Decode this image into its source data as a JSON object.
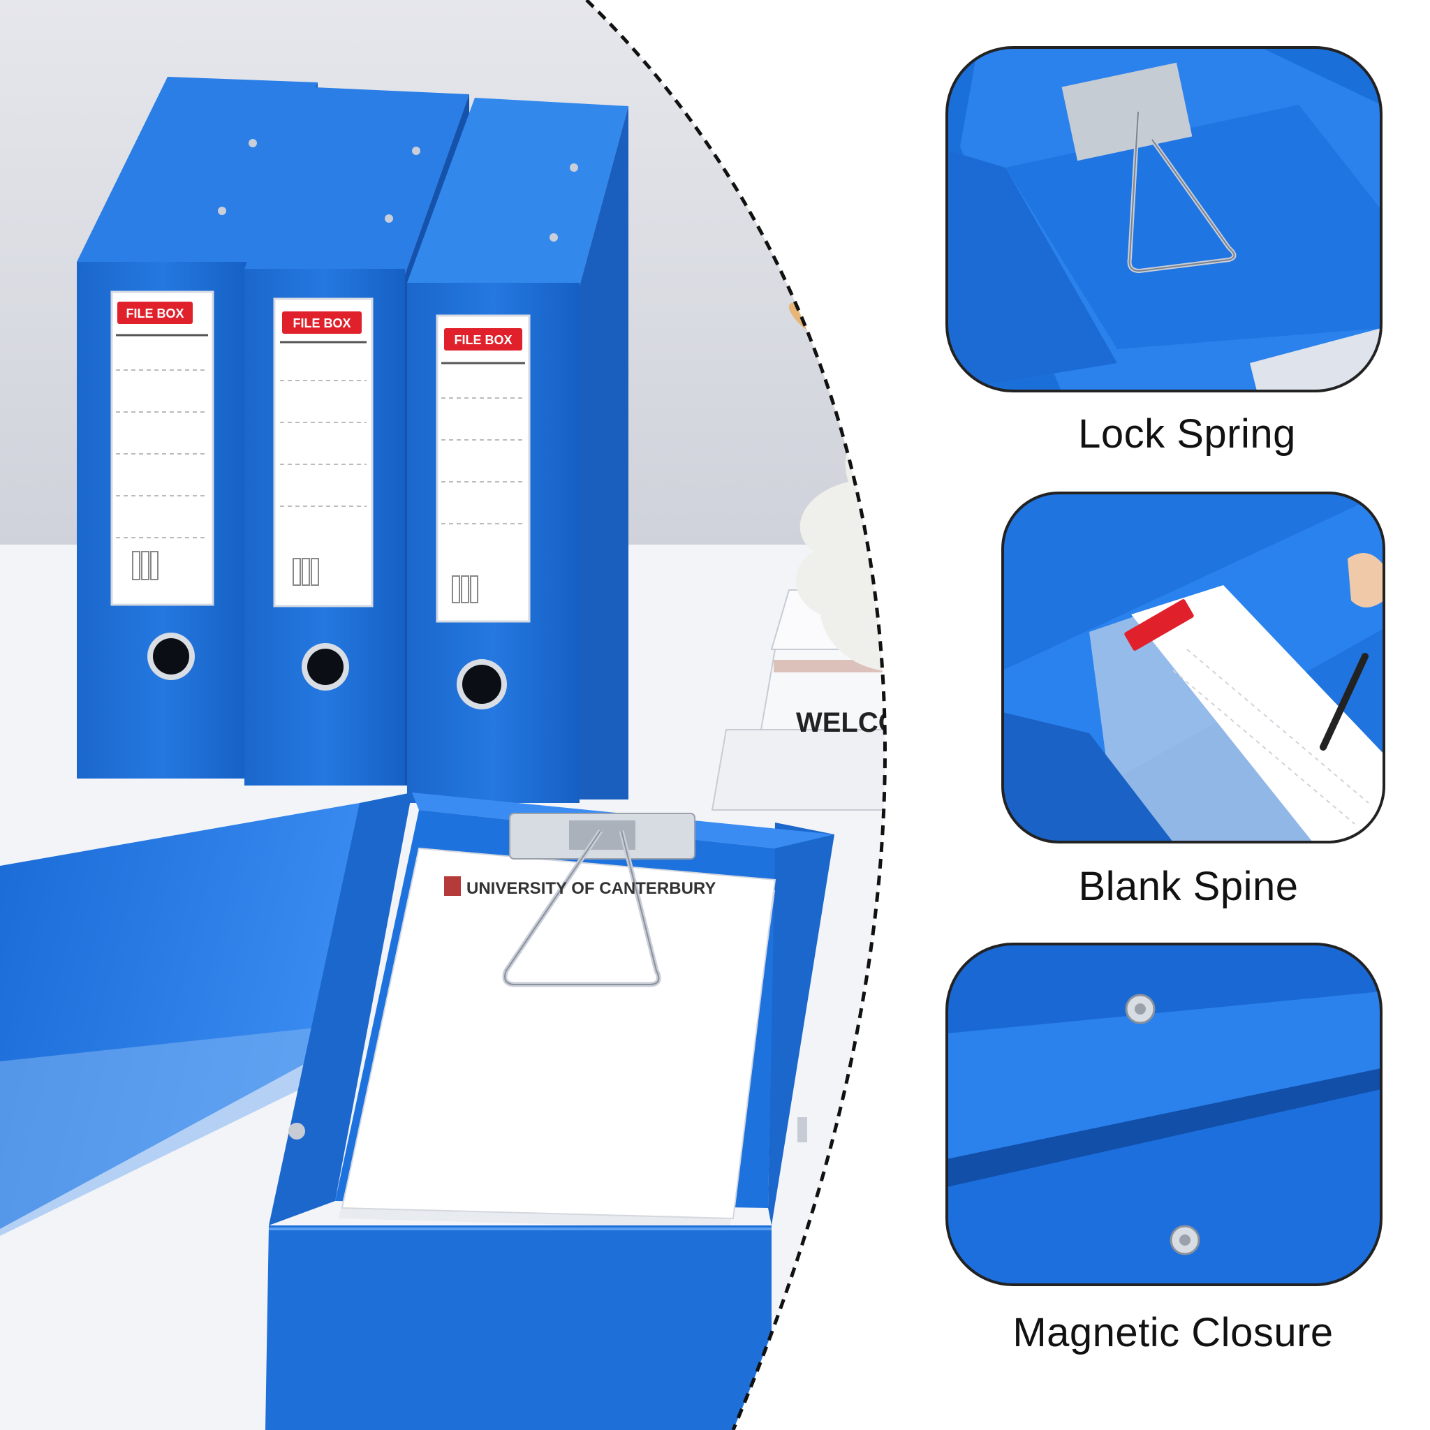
{
  "colors": {
    "box_blue": "#1b6fd8",
    "box_blue_dark": "#1457b4",
    "box_blue_light": "#3d8ef0",
    "label_red": "#e0202a",
    "desk": "#f2f3f7",
    "wall": "#d9dbe2",
    "divider": "#111111",
    "panel_border": "#222222"
  },
  "binder_label": "FILE BOX",
  "book_text": "WELCOME",
  "letterhead_text": "UNIVERSITY OF CANTERBURY",
  "features": [
    {
      "label": "Lock Spring",
      "icon": "lock-spring-icon"
    },
    {
      "label": "Blank Spine",
      "icon": "blank-spine-icon"
    },
    {
      "label": "Magnetic Closure",
      "icon": "magnetic-closure-icon"
    }
  ]
}
